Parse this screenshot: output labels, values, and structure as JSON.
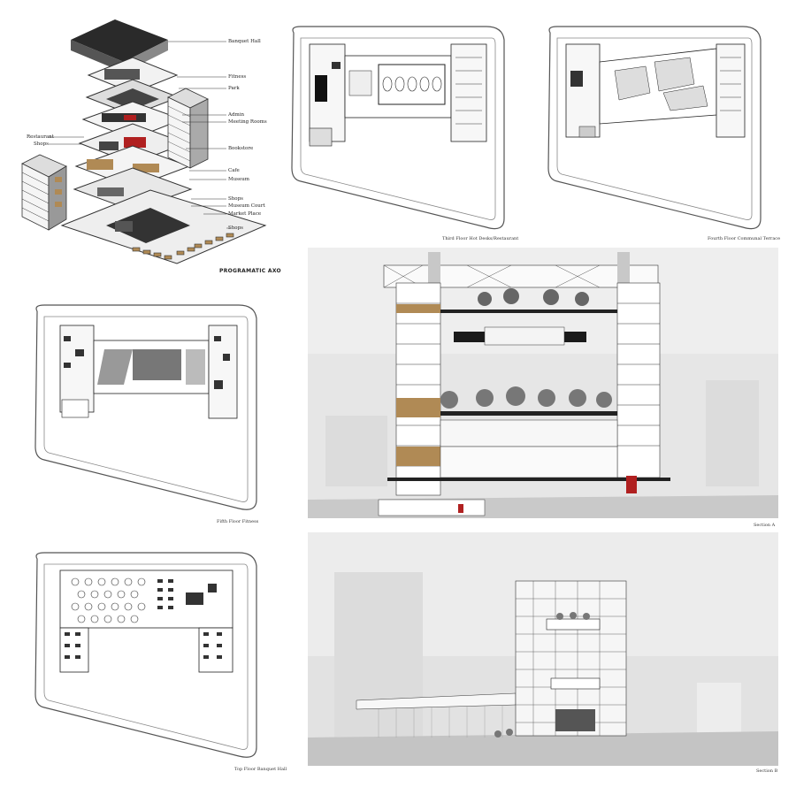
{
  "axonometric": {
    "title": "PROGRAMATIC AXO",
    "labels_right": [
      "Banquet Hall",
      "Fitness",
      "Park",
      "Admin",
      "Meeting Rooms",
      "Bookstore",
      "Cafe",
      "Museum",
      "Shops",
      "Museum Court",
      "Market Place",
      "Shops"
    ],
    "labels_left": [
      "Restaurant",
      "Shops"
    ]
  },
  "plans": [
    {
      "caption": "Third Floor Hot Desks/Restaurant"
    },
    {
      "caption": "Fourth Floor Communal Terrace"
    },
    {
      "caption": "Fifth Floor Fitness"
    },
    {
      "caption": "Top Floor Banquet Hall"
    }
  ],
  "sections": [
    {
      "caption": "Section A"
    },
    {
      "caption": "Section B"
    }
  ],
  "colors": {
    "highlight_red": "#b02020",
    "wood": "#b08a55",
    "section_bg": "#e4e4e4"
  }
}
